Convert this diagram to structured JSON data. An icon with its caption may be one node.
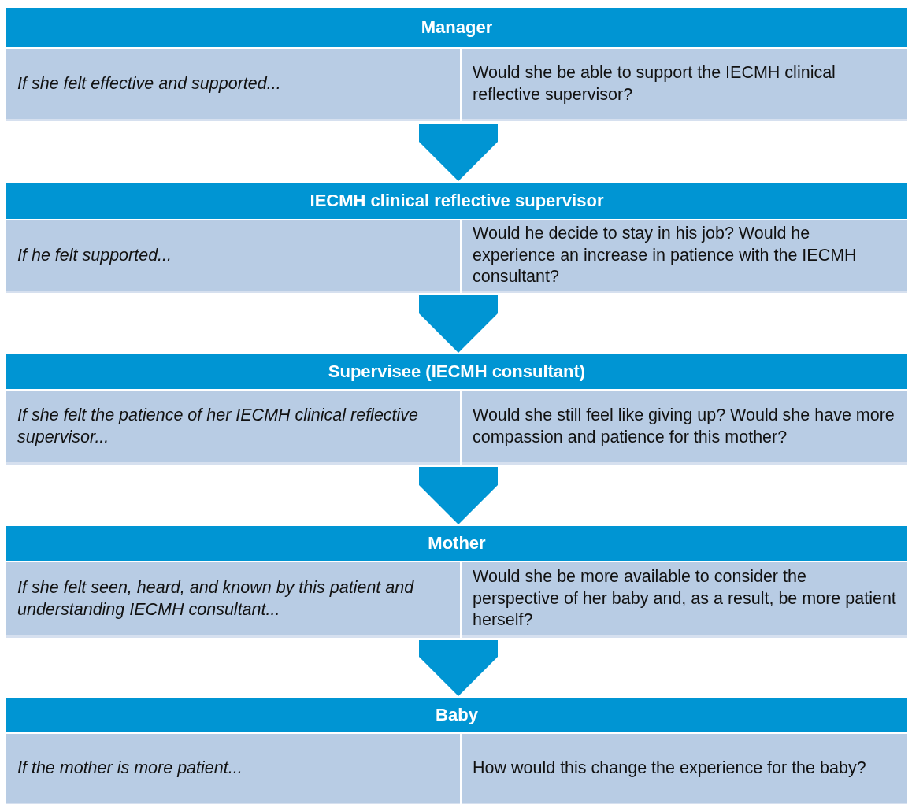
{
  "diagram": {
    "nodes": [
      {
        "text": [
          "Manager"
        ]
      },
      {
        "text": [
          "If she felt effective and supported..."
        ],
        "in": 0
      },
      {
        "text": [
          "Would she be able to support the IECMH clinical reflective supervisor?"
        ],
        "in": 0
      },
      {
        "text": [
          "IECMH clinical reflective supervisor"
        ]
      },
      {
        "text": [
          "If he felt supported..."
        ],
        "in": 3
      },
      {
        "text": [
          "Would he decide to stay in his job? Would he experience an increase in patience with the IECMH consultant?"
        ],
        "in": 3
      },
      {
        "text": [
          "Supervisee (IECMH consultant)"
        ]
      },
      {
        "text": [
          "If she felt the patience of her IECMH clinical reflective supervisor..."
        ],
        "in": 6
      },
      {
        "text": [
          "Would she still feel like giving up? Would she have more compassion and patience for this mother?"
        ],
        "in": 6
      },
      {
        "text": [
          "Mother"
        ]
      },
      {
        "text": [
          "If she felt seen, heard, and known by this patient and understanding IECMH consultant..."
        ],
        "in": 9
      },
      {
        "text": [
          "Would she be more available to consider the perspective of her baby and, as a result, be more patient herself?"
        ],
        "in": 9
      },
      {
        "text": [
          "Baby"
        ]
      },
      {
        "text": [
          "If the mother is more patient..."
        ],
        "in": 12
      },
      {
        "text": [
          "How would this change the experience for the baby?"
        ],
        "in": 12
      }
    ],
    "edges": [
      {
        "from": 0,
        "to": 3,
        "arrow": "to"
      },
      {
        "from": 3,
        "to": 6,
        "arrow": "to"
      },
      {
        "from": 6,
        "to": 9,
        "arrow": "to"
      },
      {
        "from": 9,
        "to": 12,
        "arrow": "to"
      }
    ]
  }
}
